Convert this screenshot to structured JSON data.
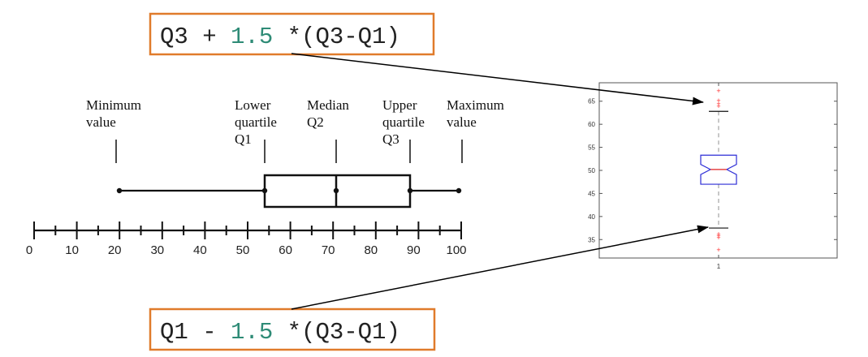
{
  "formulas": {
    "upper": {
      "prefix": "Q3 + ",
      "factor": "1.5",
      "suffix": " *(Q3-Q1)"
    },
    "lower": {
      "prefix": "Q1 - ",
      "factor": "1.5",
      "suffix": " *(Q3-Q1)"
    }
  },
  "colors": {
    "formula_border": "#e07b2b",
    "factor": "#2e8b76",
    "box_plot_box": "#2c2cd6",
    "median_line": "#e02020",
    "outliers": "#ff3030"
  },
  "diagram": {
    "labels": [
      {
        "lines": [
          "Minimum",
          "value"
        ],
        "value": 18
      },
      {
        "lines": [
          "Lower",
          "quartile",
          "Q1"
        ],
        "value": 51
      },
      {
        "lines": [
          "Median",
          "Q2"
        ],
        "value": 68
      },
      {
        "lines": [
          "Upper",
          "quartile",
          "Q3"
        ],
        "value": 87
      },
      {
        "lines": [
          "Maximum",
          "value"
        ],
        "value": 100
      }
    ],
    "five_number": {
      "min": 18,
      "q1": 51,
      "median": 68,
      "q3": 87,
      "max": 100
    },
    "axis": {
      "min": 0,
      "max": 100,
      "tick_labels": [
        "0",
        "10",
        "20",
        "30",
        "40",
        "50",
        "60",
        "70",
        "80",
        "90",
        "100"
      ]
    }
  },
  "chart_data": {
    "type": "boxplot",
    "categories": [
      "1"
    ],
    "ylim": [
      31,
      69
    ],
    "yticks": [
      "35",
      "40",
      "45",
      "50",
      "55",
      "60",
      "65"
    ],
    "box": {
      "q1": 47,
      "median": 50.2,
      "q3": 53.3,
      "notch_low": 49.1,
      "notch_high": 51.3,
      "whisker_low": 37.5,
      "whisker_high": 62.8
    },
    "outliers": [
      67.2,
      65.1,
      64.4,
      63.9,
      36.2,
      35.8,
      35.4,
      32.8
    ]
  }
}
